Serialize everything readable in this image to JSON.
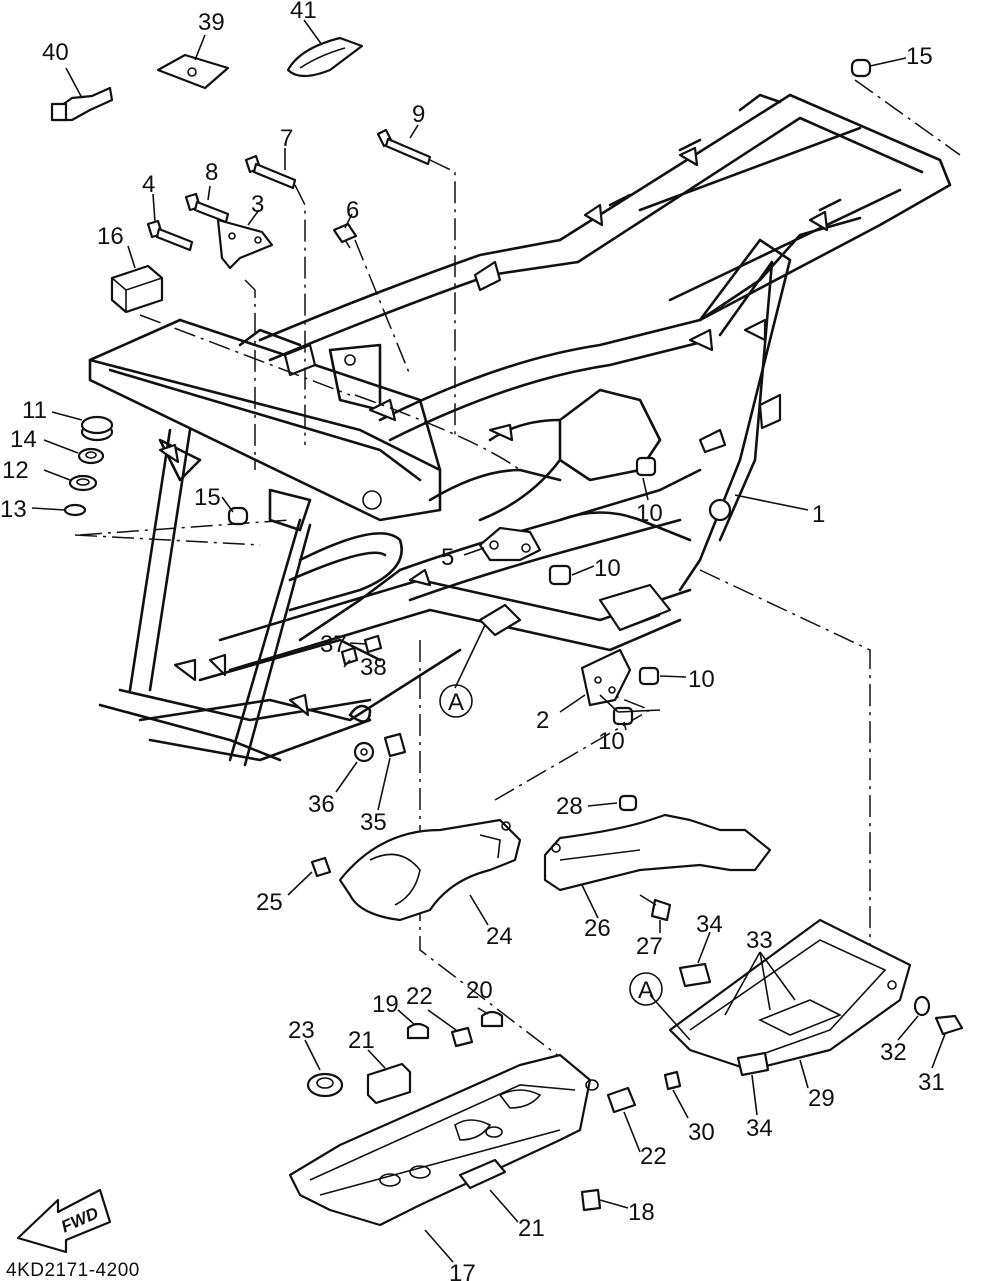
{
  "diagram": {
    "code": "4KD2171-4200",
    "fwd_label": "FWD",
    "ref_marker": "A",
    "callouts": [
      "1",
      "2",
      "3",
      "4",
      "5",
      "6",
      "7",
      "8",
      "9",
      "10",
      "11",
      "12",
      "13",
      "14",
      "15",
      "16",
      "17",
      "18",
      "19",
      "20",
      "21",
      "22",
      "23",
      "24",
      "25",
      "26",
      "27",
      "28",
      "29",
      "30",
      "31",
      "32",
      "33",
      "34",
      "35",
      "36",
      "37",
      "38",
      "39",
      "40",
      "41"
    ]
  }
}
